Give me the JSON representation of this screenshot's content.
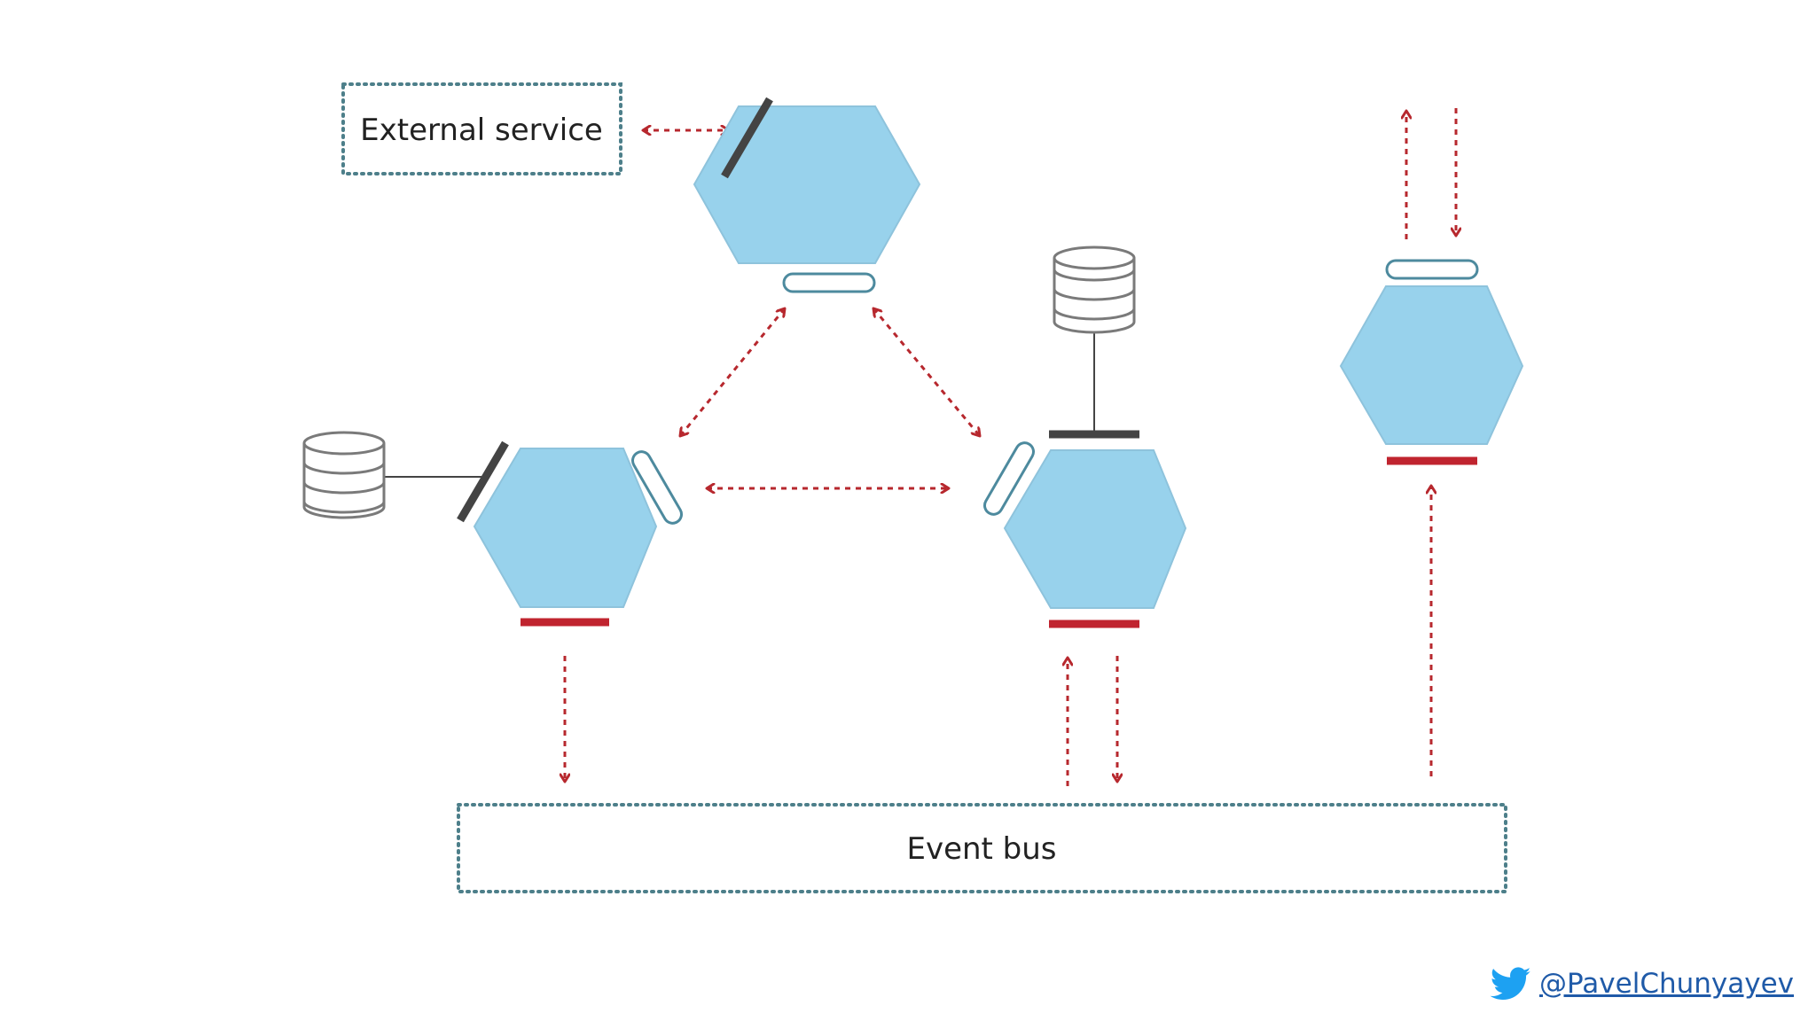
{
  "diagram": {
    "external_service_label": "External service",
    "event_bus_label": "Event bus"
  },
  "footer": {
    "handle": "@PavelChunyayev",
    "icon": "twitter-bird-icon"
  },
  "colors": {
    "hexagon_fill": "#98d2ec",
    "hexagon_stroke": "#8ec3dc",
    "arrow": "#b7282e",
    "dotted_border": "#4d7f8a",
    "dark_port": "#444444",
    "red_port": "#c0242f",
    "open_port_stroke": "#4d8a9e",
    "database_stroke": "#7a7a7a",
    "twitter_blue": "#1da1f2",
    "link": "#1f5aa8"
  }
}
